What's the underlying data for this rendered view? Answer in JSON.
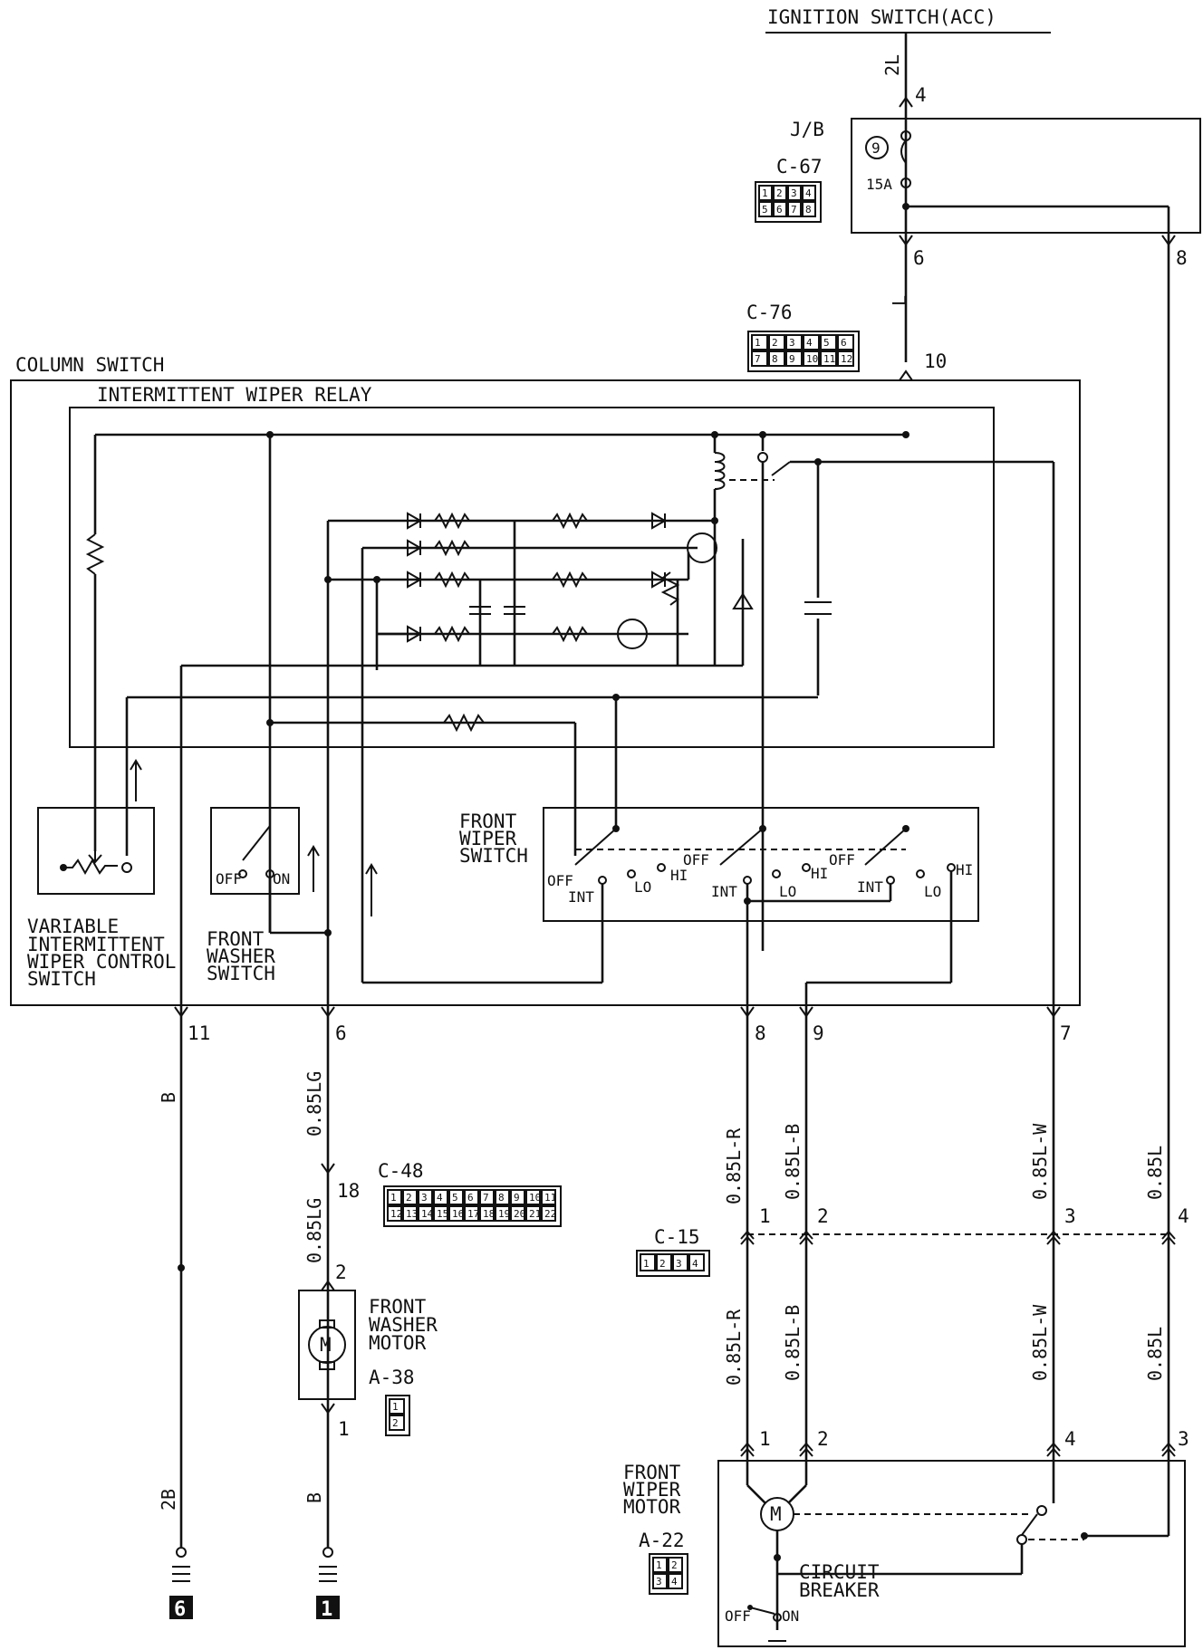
{
  "power": {
    "source": "IGNITION SWITCH(ACC)",
    "wire_2L": "2L",
    "pin_4": "4"
  },
  "junction_block": {
    "label": "J/B",
    "fuse_no": "9",
    "fuse_amp": "15A",
    "connector": "C-67",
    "pins": [
      "1",
      "2",
      "3",
      "4",
      "5",
      "6",
      "7",
      "8"
    ],
    "out_6": "6",
    "out_8": "8",
    "wire_L": "L"
  },
  "c76": {
    "connector": "C-76",
    "pins": [
      "1",
      "2",
      "3",
      "4",
      "5",
      "6",
      "7",
      "8",
      "9",
      "10",
      "11",
      "12"
    ],
    "pin_10": "10"
  },
  "column_switch": {
    "title": "COLUMN SWITCH",
    "relay_title": "INTERMITTENT WIPER RELAY"
  },
  "variable_switch": {
    "line1": "VARIABLE",
    "line2": "INTERMITTENT",
    "line3": "WIPER CONTROL",
    "line4": "SWITCH"
  },
  "washer_switch": {
    "line1": "FRONT",
    "line2": "WASHER",
    "line3": "SWITCH",
    "off": "OFF",
    "on": "ON"
  },
  "wiper_switch": {
    "line1": "FRONT",
    "line2": "WIPER",
    "line3": "SWITCH",
    "off": "OFF",
    "int": "INT",
    "lo": "LO",
    "hi": "HI"
  },
  "terminals": {
    "t11": "11",
    "t6": "6",
    "t8": "8",
    "t9": "9",
    "t7": "7"
  },
  "wires": {
    "b": "B",
    "lg085": "0.85LG",
    "r085": "0.85L-R",
    "bb085": "0.85L-B",
    "w085": "0.85L-W",
    "l085": "0.85L",
    "b2": "2B"
  },
  "c48": {
    "connector": "C-48",
    "pins": [
      "1",
      "2",
      "3",
      "4",
      "5",
      "6",
      "7",
      "8",
      "9",
      "10",
      "11",
      "12",
      "13",
      "14",
      "15",
      "16",
      "17",
      "18",
      "19",
      "20",
      "21",
      "22"
    ],
    "pin_18": "18"
  },
  "c15": {
    "connector": "C-15",
    "pins": [
      "1",
      "2",
      "3",
      "4"
    ],
    "p1": "1",
    "p2": "2",
    "p3": "3",
    "p4": "4"
  },
  "washer_motor": {
    "line1": "FRONT",
    "line2": "WASHER",
    "line3": "MOTOR",
    "motor": "M",
    "pin_2": "2",
    "pin_1": "1",
    "connector": "A-38",
    "pins": [
      "1",
      "2"
    ]
  },
  "wiper_motor": {
    "line1": "FRONT",
    "line2": "WIPER",
    "line3": "MOTOR",
    "motor": "M",
    "connector": "A-22",
    "pins": [
      "1",
      "2",
      "3",
      "4"
    ],
    "p1": "1",
    "p2": "2",
    "p4": "4",
    "p3": "3",
    "breaker1": "CIRCUIT",
    "breaker2": "BREAKER",
    "off": "OFF",
    "on": "ON"
  },
  "grounds": {
    "g6": "6",
    "g1": "1"
  }
}
